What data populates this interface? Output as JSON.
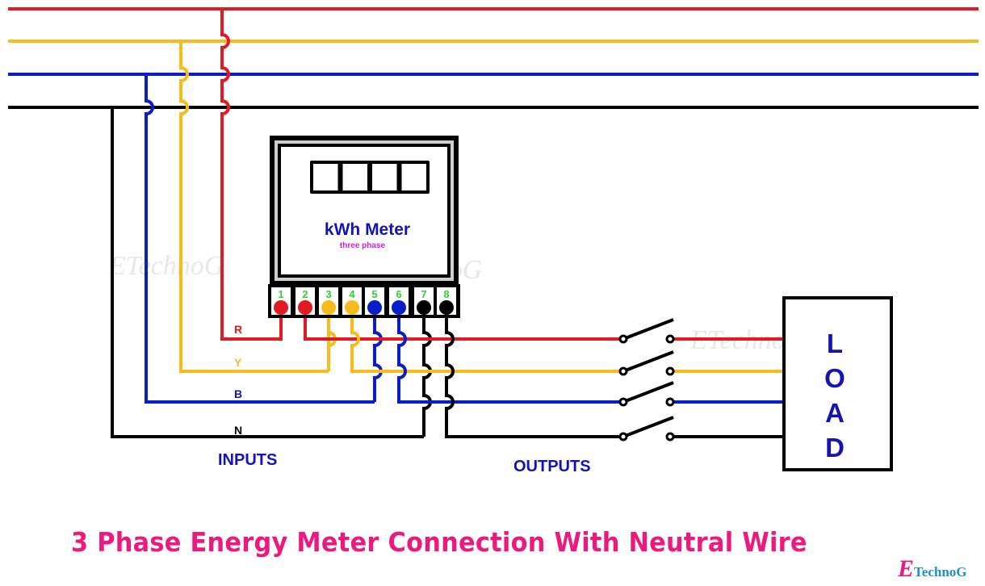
{
  "title": "3 Phase Energy Meter Connection With Neutral Wire",
  "brand": {
    "initial": "E",
    "rest": "TechnoG"
  },
  "watermark": "ETechnoG",
  "colors": {
    "red": "#e01b22",
    "yellow": "#f7bb1c",
    "blue": "#0a1ec8",
    "black": "#000000",
    "title": "#ec1a7f",
    "label_blue": "#1414b4",
    "terminal_number": "#2ed12e",
    "subtitle": "#d21ed2"
  },
  "meter": {
    "label": "kWh Meter",
    "sublabel": "three phase",
    "display_digits": 4,
    "terminals": [
      {
        "number": "1",
        "phase": "red"
      },
      {
        "number": "2",
        "phase": "red"
      },
      {
        "number": "3",
        "phase": "yellow"
      },
      {
        "number": "4",
        "phase": "yellow"
      },
      {
        "number": "5",
        "phase": "blue"
      },
      {
        "number": "6",
        "phase": "blue"
      },
      {
        "number": "7",
        "phase": "black"
      },
      {
        "number": "8",
        "phase": "black"
      }
    ]
  },
  "supply_lines": [
    "R",
    "Y",
    "B",
    "N"
  ],
  "phase_labels": {
    "r": "R",
    "y": "Y",
    "b": "B",
    "n": "N"
  },
  "inputs_label": "INPUTS",
  "outputs_label": "OUTPUTS",
  "load": {
    "label": "LOAD",
    "letters": [
      "L",
      "O",
      "A",
      "D"
    ]
  }
}
